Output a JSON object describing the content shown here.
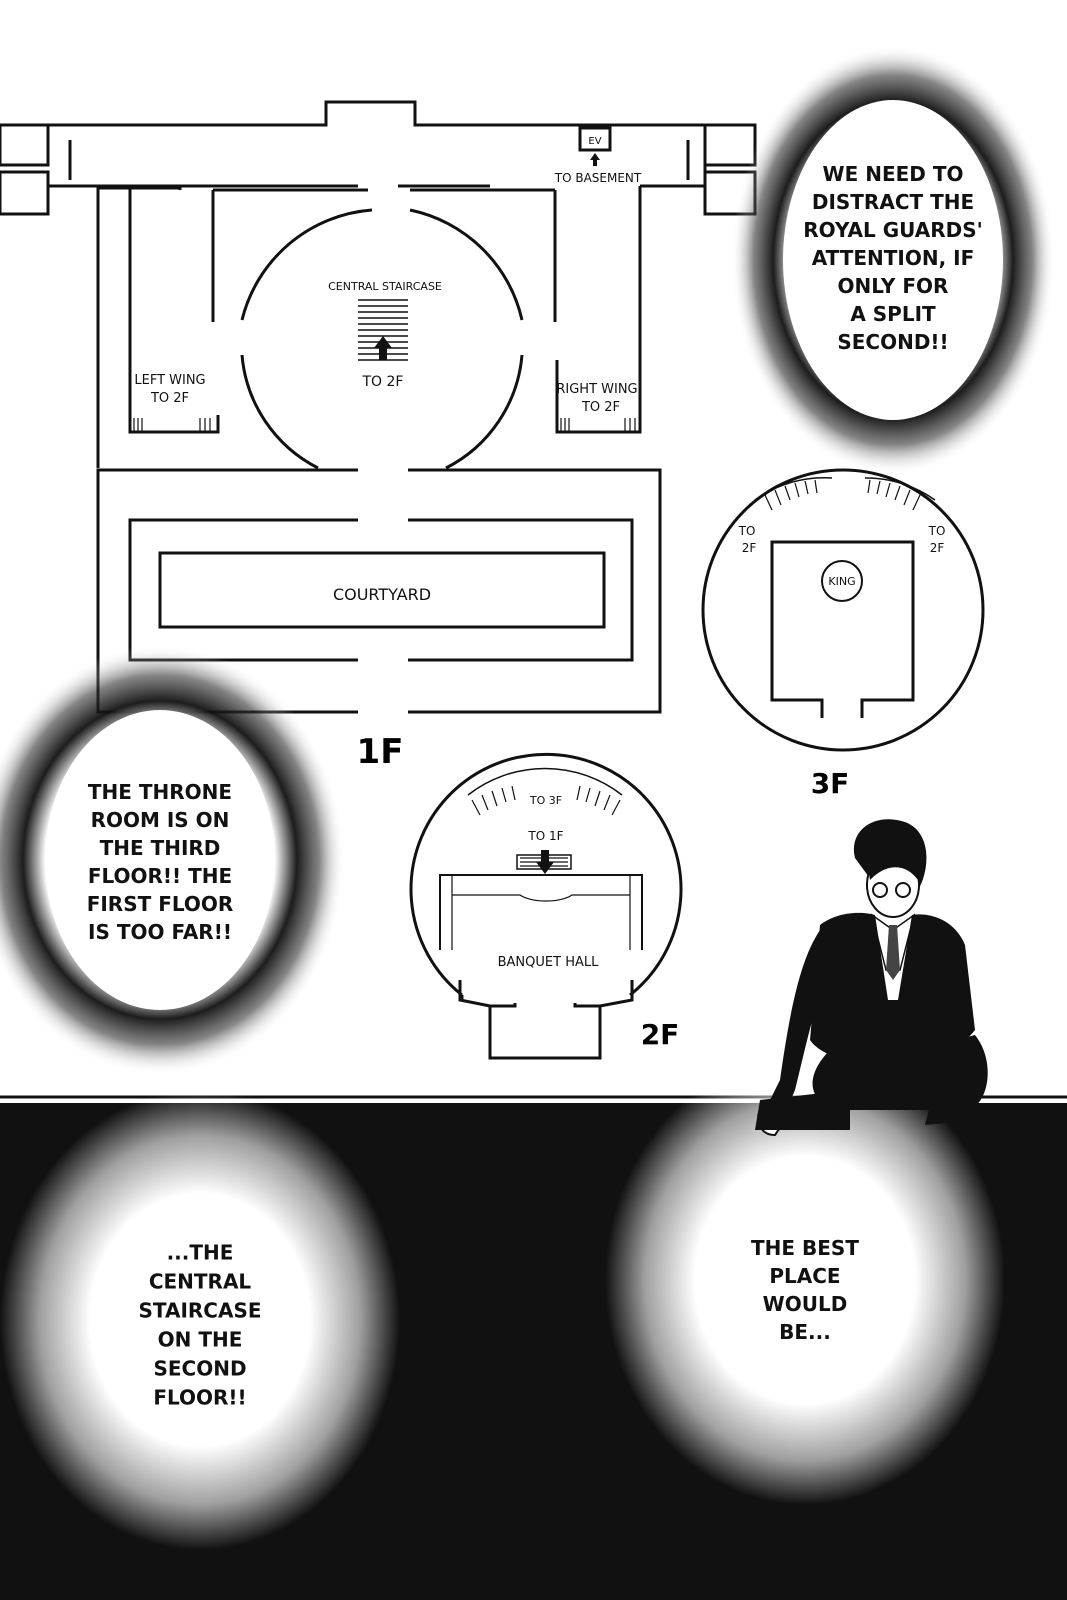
{
  "map": {
    "labels": {
      "elevator": "EV",
      "to_basement": "TO BASEMENT",
      "central_staircase": "CENTRAL STAIRCASE",
      "to_2f": "TO 2F",
      "left_wing_1": "LEFT WING",
      "left_wing_2": "TO 2F",
      "right_wing_1": "RIGHT WING",
      "right_wing_2": "TO 2F",
      "courtyard": "COURTYARD",
      "floor_1": "1F",
      "floor_2": "2F",
      "floor_3": "3F",
      "to_3f": "TO 3F",
      "to_1f": "TO 1F",
      "banquet_hall": "BANQUET HALL",
      "king": "KING",
      "to_2f_left_a": "TO",
      "to_2f_left_b": "2F",
      "to_2f_right_a": "TO",
      "to_2f_right_b": "2F"
    }
  },
  "bubbles": {
    "top_right": [
      "WE NEED TO",
      "DISTRACT THE",
      "ROYAL GUARDS'",
      "ATTENTION, IF",
      "ONLY FOR",
      "A SPLIT",
      "SECOND!!"
    ],
    "left": [
      "THE THRONE",
      "ROOM IS ON",
      "THE THIRD",
      "FLOOR!! THE",
      "FIRST FLOOR",
      "IS TOO FAR!!"
    ],
    "bottom_right": [
      "THE BEST",
      "PLACE",
      "WOULD",
      "BE..."
    ],
    "bottom_left": [
      "...THE",
      "CENTRAL",
      "STAIRCASE",
      "ON THE",
      "SECOND",
      "FLOOR!!"
    ]
  },
  "colors": {
    "ink": "#111111",
    "paper": "#ffffff"
  }
}
